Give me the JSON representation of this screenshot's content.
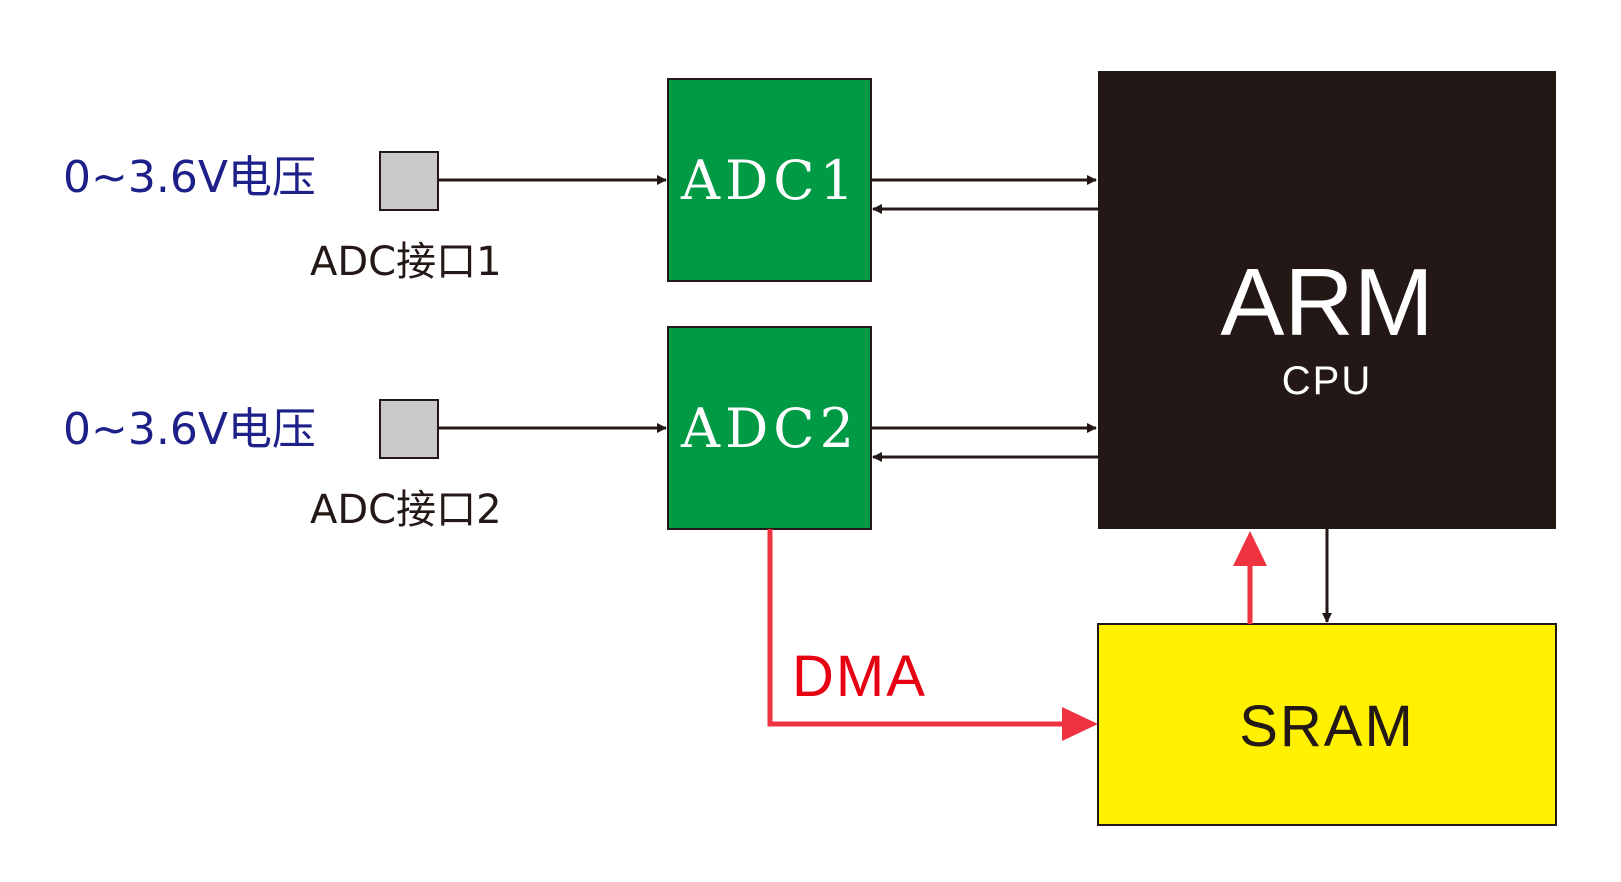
{
  "inputs": [
    {
      "voltage": "0~3.6V电压",
      "port": "ADC接口1"
    },
    {
      "voltage": "0~3.6V电压",
      "port": "ADC接口2"
    }
  ],
  "adc_blocks": [
    {
      "label": "ADC1"
    },
    {
      "label": "ADC2"
    }
  ],
  "cpu": {
    "title": "ARM",
    "subtitle": "CPU"
  },
  "memory": {
    "label": "SRAM"
  },
  "dma": {
    "label": "DMA"
  },
  "colors": {
    "voltage_text": "#1d2088",
    "adc_block": "#009944",
    "cpu_block": "#231815",
    "sram_block": "#fff100",
    "dma": "#e60012",
    "dma_arrow": "#ef3340",
    "port_box": "#c9c9c9",
    "line": "#231815"
  },
  "icons": {
    "port": "connector-square",
    "arrow": "arrow-head"
  }
}
